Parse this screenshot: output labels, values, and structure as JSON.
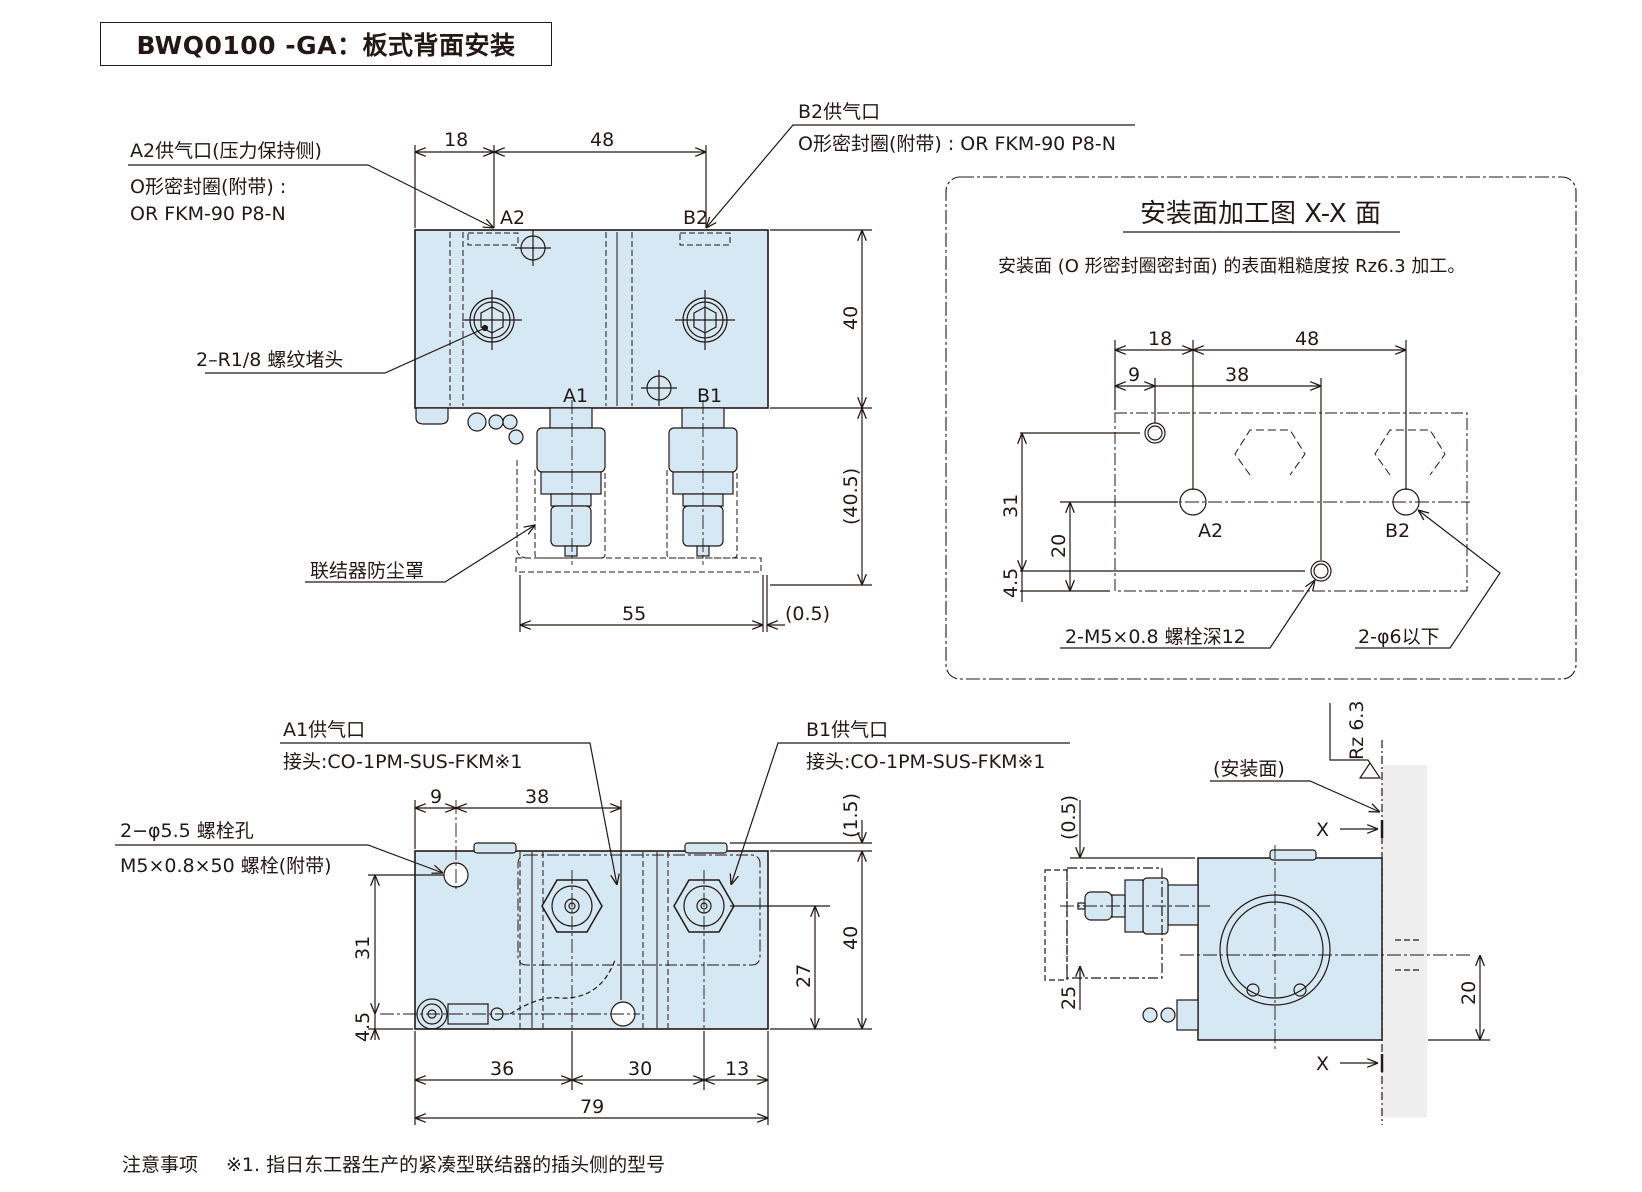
{
  "title": "BWQ0100 -GA：板式背面安装",
  "top_view": {
    "callout_a2": {
      "line1": "A2供气口(压力保持侧)",
      "line2": "O形密封圈(附带) :",
      "line3": "OR FKM-90 P8-N"
    },
    "callout_b2": {
      "line1": "B2供气口",
      "line2": "O形密封圈(附带) : OR FKM-90 P8-N"
    },
    "callout_plug": "2–R1/8 螺纹堵头",
    "callout_cover": "联结器防尘罩",
    "port_labels": {
      "a2": "A2",
      "b2": "B2",
      "a1": "A1",
      "b1": "B1"
    },
    "dims": {
      "d18": "18",
      "d48": "48",
      "d40": "40",
      "d40_5": "(40.5)",
      "d55": "55",
      "d0_5": "(0.5)"
    }
  },
  "mount_face": {
    "heading": "安装面加工图 X-X 面",
    "note": "安装面 (O 形密封圈密封面) 的表面粗糙度按 Rz6.3 加工。",
    "dims": {
      "d18": "18",
      "d48": "48",
      "d9": "9",
      "d38": "38",
      "d31": "31",
      "d20": "20",
      "d4_5": "4.5"
    },
    "port_labels": {
      "a2": "A2",
      "b2": "B2"
    },
    "callout_bolt": "2-M5×0.8 螺栓深12",
    "callout_hole": "2-φ6以下"
  },
  "front_view": {
    "callout_a1": {
      "line1": "A1供气口",
      "line2": "接头:CO-1PM-SUS-FKM※1"
    },
    "callout_b1": {
      "line1": "B1供气口",
      "line2": "接头:CO-1PM-SUS-FKM※1"
    },
    "callout_bolt": {
      "line1": "2−φ5.5 螺栓孔",
      "line2": "M5×0.8×50 螺栓(附带)"
    },
    "dims": {
      "d9": "9",
      "d38": "38",
      "d1_5": "(1.5)",
      "d31": "31",
      "d4_5": "4.5",
      "d40": "40",
      "d27": "27",
      "d36": "36",
      "d30": "30",
      "d13": "13",
      "d79": "79"
    }
  },
  "side_view": {
    "label_mount": "(安装面)",
    "roughness": "Rz 6.3",
    "section_mark": "X",
    "dims": {
      "d0_5": "(0.5)",
      "d25": "25",
      "d20": "20"
    }
  },
  "footnote": {
    "label": "注意事项",
    "text": "※1. 指日东工器生产的紧凑型联结器的插头侧的型号"
  },
  "colors": {
    "body_fill": "#d6e8f3",
    "line": "#231815",
    "wall": "#eeeeee"
  }
}
